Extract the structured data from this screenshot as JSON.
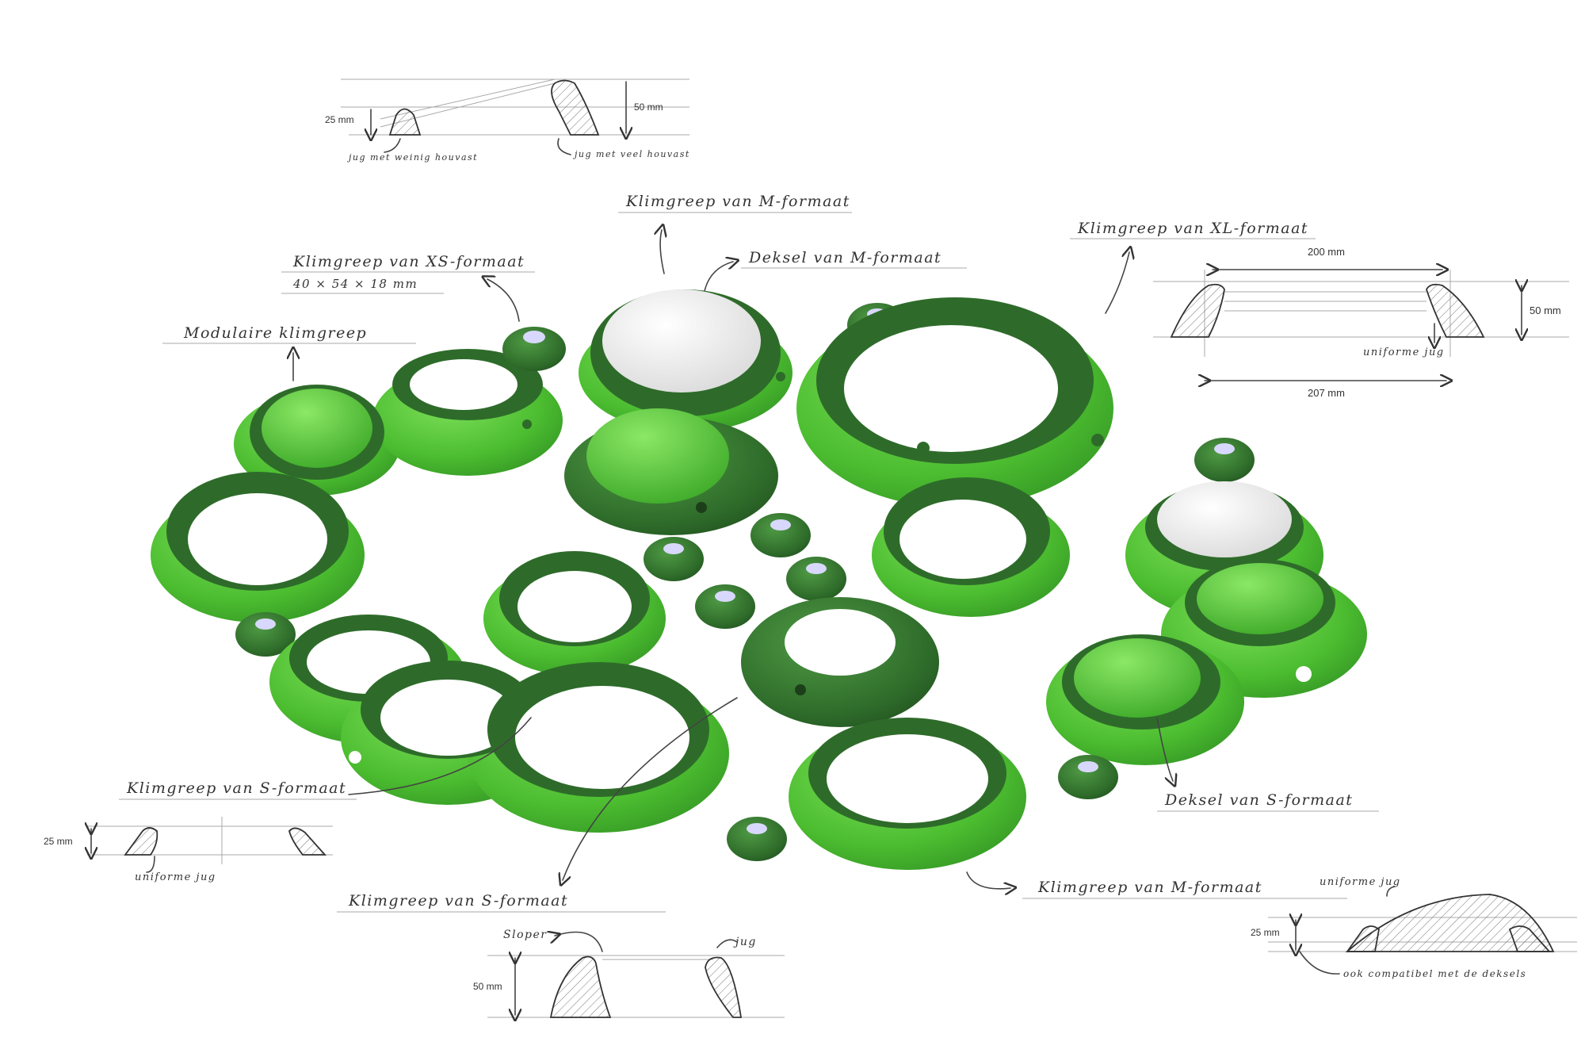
{
  "labels": {
    "modular": "Modulaire klimgreep",
    "xs_title": "Klimgreep van XS-formaat",
    "xs_size": "40 × 54 × 18 mm",
    "m_top": "Klimgreep van M-formaat",
    "m_cover": "Deksel van M-formaat",
    "xl_title": "Klimgreep van XL-formaat",
    "s_left": "Klimgreep van S-formaat",
    "s_bottom": "Klimgreep van S-formaat",
    "m_bottom": "Klimgreep van M-formaat",
    "s_cover": "Deksel van S-formaat"
  },
  "sketch_top": {
    "dim_left": "25 mm",
    "dim_right": "50 mm",
    "note_left": "jug met weinig houvast",
    "note_right": "jug met veel houvast"
  },
  "sketch_xl": {
    "top": "200 mm",
    "right": "50 mm",
    "bottom": "207 mm",
    "note": "uniforme jug"
  },
  "sketch_s_left": {
    "dim": "25 mm",
    "note": "uniforme jug"
  },
  "sketch_s_bottom": {
    "dim": "50 mm",
    "left_note": "Sloper",
    "right_note": "jug"
  },
  "sketch_m_bottom": {
    "dim": "25 mm",
    "top_note": "uniforme jug",
    "bottom_note": "ook compatibel met de deksels"
  },
  "colors": {
    "light_green": "#52c234",
    "dark_green": "#2e6b2a",
    "cover_white": "#f2f2f2"
  }
}
